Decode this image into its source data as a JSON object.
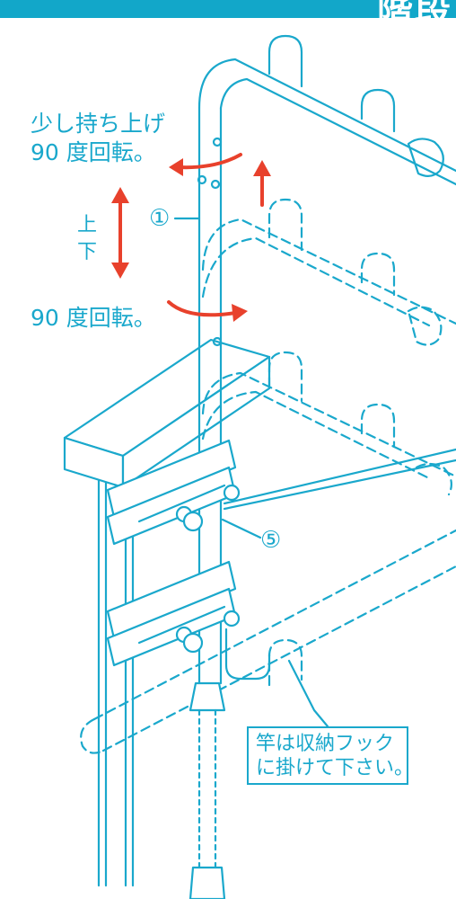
{
  "header": {
    "title": "階段"
  },
  "labels": {
    "lift_rotate_line1": "少し持ち上げ",
    "lift_rotate_line2": "90 度回転。",
    "up": "上",
    "down": "下",
    "rotate": "90 度回転。",
    "part1": "①",
    "part5": "⑤"
  },
  "note": {
    "line1": "竿は収納フック",
    "line2": "に掛けて下さい。"
  },
  "colors": {
    "accent": "#1aa8cc",
    "arrow": "#e8412c",
    "header": "#12a7c9"
  }
}
